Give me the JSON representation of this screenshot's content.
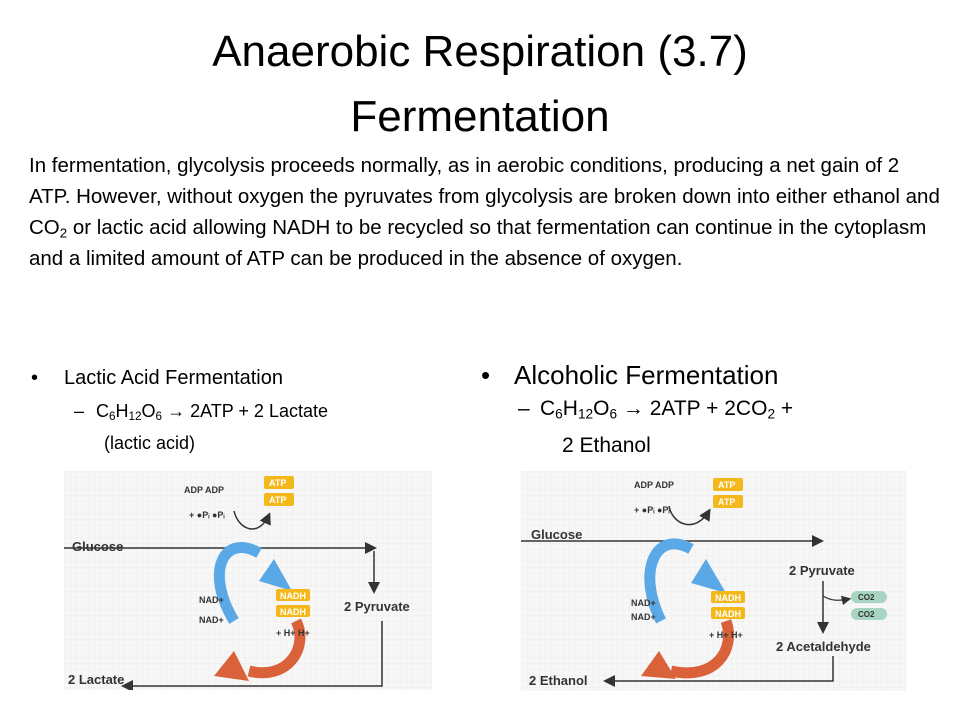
{
  "title": {
    "line1": "Anaerobic Respiration (3.7)",
    "line2": "Fermentation"
  },
  "intro": {
    "part1": "In fermentation, glycolysis proceeds normally, as in aerobic conditions, producing a net gain of 2 ATP.  However, without oxygen the pyruvates from glycolysis are broken down into either ethanol and CO",
    "sub": "2",
    "part2": " or lactic acid allowing NADH to be recycled so that fermentation can continue in the cytoplasm and a limited amount of ATP can be produced in the absence of oxygen."
  },
  "bullet_char": "•",
  "dash_char": "–",
  "lactic": {
    "heading": "Lactic Acid Fermentation",
    "eq": {
      "c": "C",
      "c_sub": "6",
      "h": "H",
      "h_sub": "12",
      "o": "O",
      "o_sub": "6",
      "rest": " → 2ATP + 2 Lactate"
    },
    "note": "(lactic acid)"
  },
  "alcoholic": {
    "heading": "Alcoholic Fermentation",
    "eq": {
      "c": "C",
      "c_sub": "6",
      "h": "H",
      "h_sub": "12",
      "o": "O",
      "o_sub": "6",
      "rest": " → 2ATP + 2CO",
      "co2_sub": "2",
      "tail": " +"
    },
    "note": "2 Ethanol"
  },
  "diagram_left": {
    "adp": "ADP ADP",
    "pi": "+ ●Pᵢ ●Pᵢ",
    "atp": "ATP",
    "glucose": "Glucose",
    "pyruvate": "2 Pyruvate",
    "nad": "NAD+",
    "nadh": "NADH",
    "h": "+ H+ H+",
    "lactate": "2 Lactate"
  },
  "diagram_right": {
    "adp": "ADP ADP",
    "pi": "+ ●Pᵢ ●Pᵢ",
    "atp": "ATP",
    "glucose": "Glucose",
    "pyruvate": "2 Pyruvate",
    "co2": "CO2",
    "nad": "NAD+",
    "nadh": "NADH",
    "h": "+ H+ H+",
    "acetaldehyde": "2 Acetaldehyde",
    "ethanol": "2 Ethanol"
  },
  "colors": {
    "blue_arrow": "#5aa9e6",
    "red_arrow": "#d9623b",
    "atp_yellow": "#f5b81b",
    "co2_green": "#a8d5c2",
    "diagram_bg": "#f7f7f7",
    "text": "#000000"
  }
}
